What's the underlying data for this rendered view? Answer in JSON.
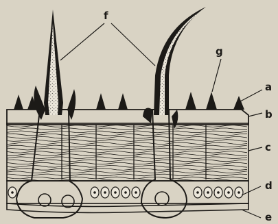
{
  "labels": {
    "a": "a",
    "b": "b",
    "c": "c",
    "d": "d",
    "e": "e",
    "f": "f",
    "g": "g"
  },
  "colors": {
    "paper": "#d9d3c4",
    "ink": "#1c1a17",
    "hair_shaft": "#ebe6da"
  }
}
